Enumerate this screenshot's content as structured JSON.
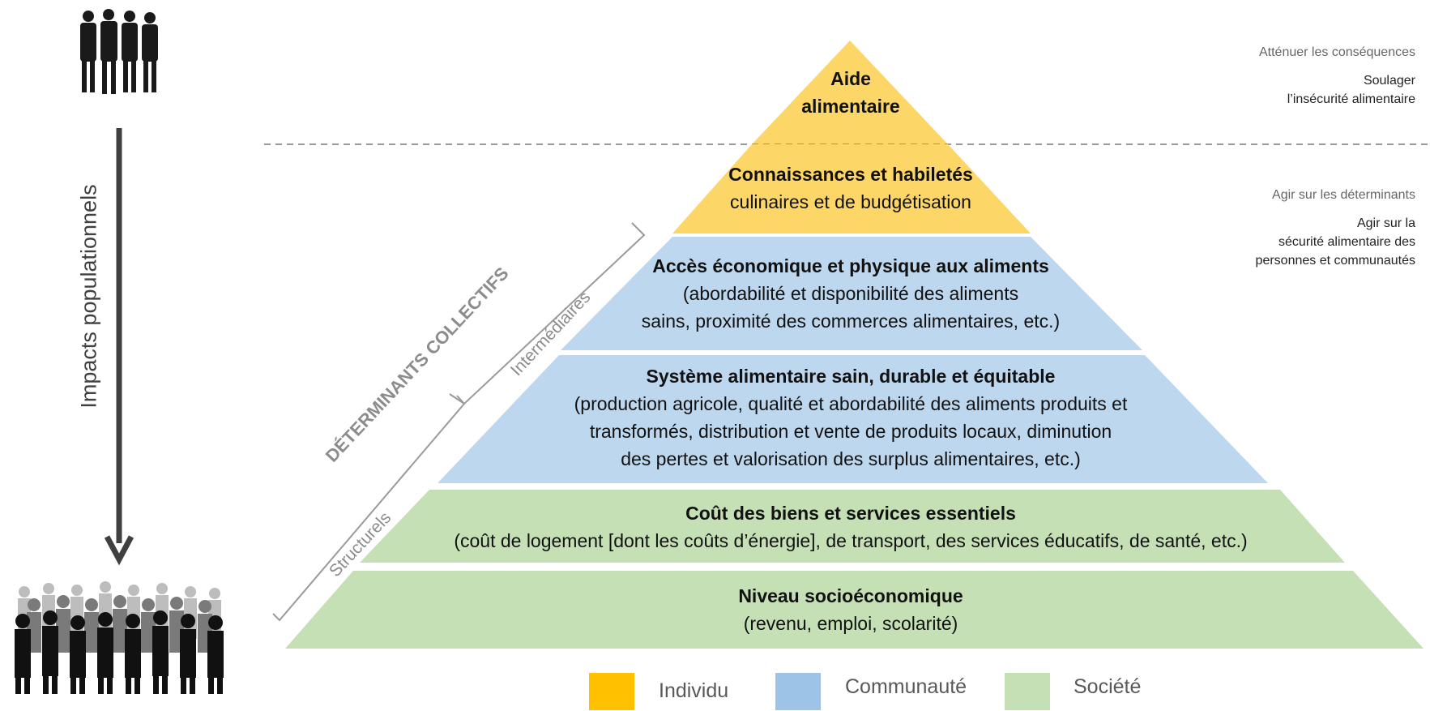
{
  "colors": {
    "yellow": "#FDD668",
    "blue": "#BDD7EE",
    "green": "#C5E0B4",
    "legend_yellow": "#FFC000",
    "legend_blue": "#9DC3E6",
    "legend_green": "#C5E0B4"
  },
  "tiers": [
    {
      "title": "Aide alimentaire",
      "subtitle": ""
    },
    {
      "title": "Connaissances et habiletés",
      "subtitle": "culinaires et de budgétisation"
    },
    {
      "title": "Accès économique et physique aux aliments",
      "subtitle": "(abordabilité et disponibilité des aliments\nsains, proximité des commerces alimentaires, etc.)"
    },
    {
      "title": "Système alimentaire sain, durable et équitable",
      "subtitle": "(production agricole, qualité et abordabilité des aliments produits et\ntransformés, distribution et vente de produits locaux, diminution\ndes pertes et valorisation des surplus alimentaires, etc.)"
    },
    {
      "title": "Coût des biens et services essentiels",
      "subtitle": "(coût de logement [dont les coûts d’énergie], de transport, des services éducatifs, de santé, etc.)"
    },
    {
      "title": "Niveau socioéconomique",
      "subtitle": "(revenu, emploi, scolarité)"
    }
  ],
  "top_title_lines": [
    "Aide",
    "alimentaire"
  ],
  "side_notes": [
    {
      "heading": "Atténuer les conséquences",
      "body": "Soulager\nl’insécurité alimentaire"
    },
    {
      "heading": "Agir sur les déterminants",
      "body": "Agir sur la\nsécurité alimentaire des\npersonnes et communautés"
    }
  ],
  "left_axis_label": "Impacts populationnels",
  "bracket": {
    "main_label": "DÉTERMINANTS COLLECTIFS",
    "upper_label": "Intermédiaires",
    "lower_label": "Structurels"
  },
  "legend": [
    {
      "label": "Individu",
      "color_key": "legend_yellow",
      "icon": "yellow-swatch"
    },
    {
      "label": "Communauté",
      "color_key": "legend_blue",
      "icon": "blue-swatch"
    },
    {
      "label": "Société",
      "color_key": "legend_green",
      "icon": "green-swatch"
    }
  ],
  "icons": {
    "top": "small-group-silhouette-icon",
    "bottom": "crowd-silhouette-icon",
    "arrow": "down-arrow-icon"
  }
}
